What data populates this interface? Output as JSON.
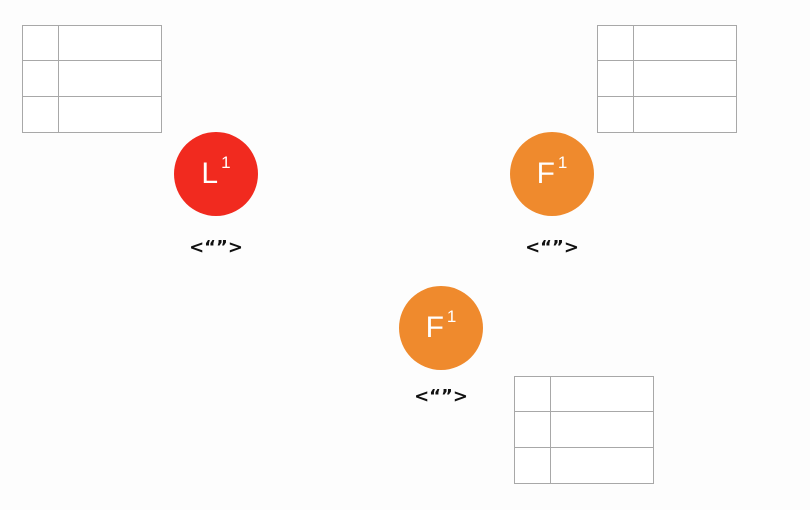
{
  "colors": {
    "leader": "#f12a1f",
    "follower": "#ef8a2d",
    "table_border": "#a8a8a8"
  },
  "nodes": [
    {
      "id": "leader",
      "letter": "L",
      "term": "1",
      "value": "<“”>",
      "role": "leader"
    },
    {
      "id": "follower-1",
      "letter": "F",
      "term": "1",
      "value": "<“”>",
      "role": "follower"
    },
    {
      "id": "follower-2",
      "letter": "F",
      "term": "1",
      "value": "<“”>",
      "role": "follower"
    }
  ],
  "logs": {
    "rows": 3,
    "columns": 2
  }
}
